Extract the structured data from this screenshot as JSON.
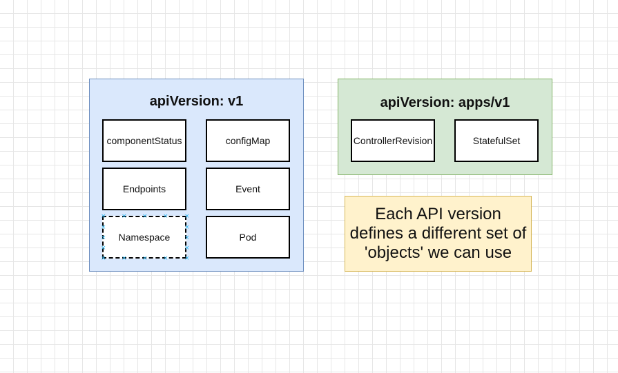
{
  "colors": {
    "v1_fill": "#dae8fc",
    "v1_border": "#6c8ebf",
    "apps_fill": "#d5e8d4",
    "apps_border": "#82b366",
    "note_fill": "#fff2cc",
    "note_border": "#d6b656",
    "selection_handle": "#29b6f2"
  },
  "v1_group": {
    "title": "apiVersion: v1",
    "objects": [
      "componentStatus",
      "configMap",
      "Endpoints",
      "Event",
      "Namespace",
      "Pod"
    ]
  },
  "apps_group": {
    "title": "apiVersion: apps/v1",
    "objects": [
      "ControllerRevision",
      "StatefulSet"
    ]
  },
  "note": {
    "text": "Each API version defines a different set of 'objects' we can use"
  }
}
